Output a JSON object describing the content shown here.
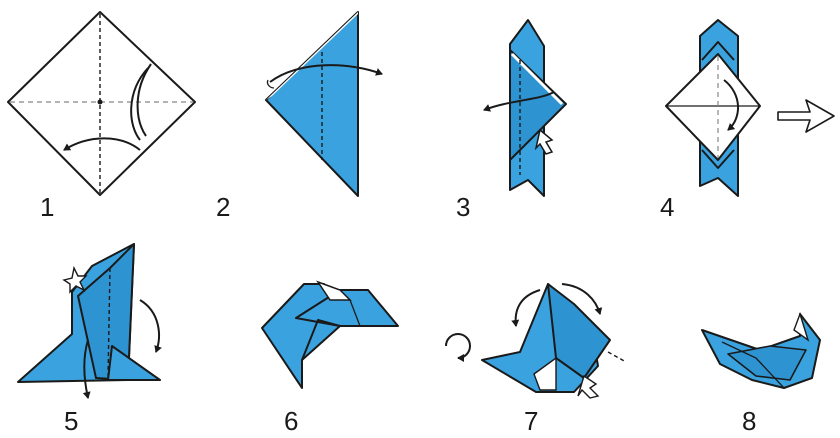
{
  "steps": [
    {
      "number": "1"
    },
    {
      "number": "2"
    },
    {
      "number": "3"
    },
    {
      "number": "4"
    },
    {
      "number": "5"
    },
    {
      "number": "6"
    },
    {
      "number": "7"
    },
    {
      "number": "8"
    }
  ],
  "colors": {
    "paper_color": "#3aa3df",
    "line_color": "#1a1a1a",
    "background": "#ffffff"
  }
}
